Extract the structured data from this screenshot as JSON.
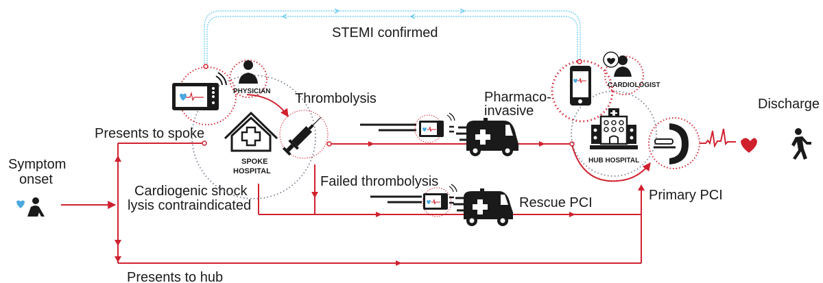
{
  "labels": {
    "symptom_onset_1": "Symptom",
    "symptom_onset_2": "onset",
    "presents_to_spoke": "Presents to spoke",
    "cardiogenic_1": "Cardiogenic shock",
    "cardiogenic_2": "lysis contraindicated",
    "presents_to_hub": "Presents to hub",
    "thrombolysis": "Thrombolysis",
    "failed_thrombolysis": "Failed thrombolysis",
    "pharmaco_1": "Pharmaco-",
    "pharmaco_2": "invasive",
    "rescue_pci": "Rescue PCI",
    "primary_pci": "Primary PCI",
    "discharge": "Discharge",
    "stemi_confirmed": "STEMI confirmed"
  },
  "badges": {
    "physician": "PHYSICIAN",
    "spoke_hospital_1": "SPOKE",
    "spoke_hospital_2": "HOSPITAL",
    "cardiologist": "CARDIOLOGIST",
    "hub_hospital": "HUB HOSPITAL"
  },
  "colors": {
    "pathway_red": "#d0202e",
    "telemetry_blue": "#5cc6ef",
    "icon_black": "#1a1a1a"
  }
}
